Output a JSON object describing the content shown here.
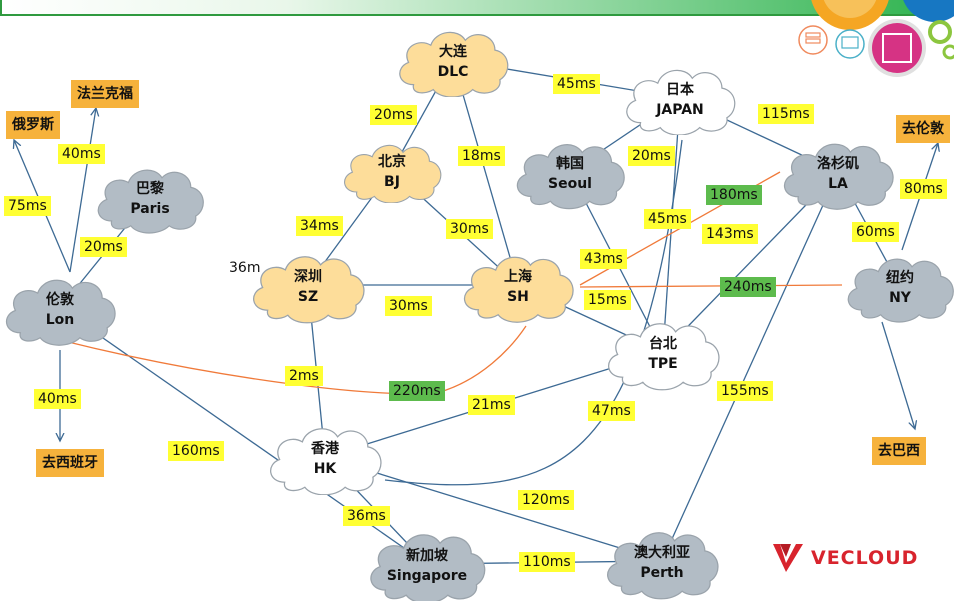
{
  "nodes": {
    "dlc": {
      "name": "大连",
      "code": "DLC"
    },
    "japan": {
      "name": "日本",
      "code": "JAPAN"
    },
    "bj": {
      "name": "北京",
      "code": "BJ"
    },
    "seoul": {
      "name": "韩国",
      "code": "Seoul"
    },
    "la": {
      "name": "洛杉矶",
      "code": "LA"
    },
    "paris": {
      "name": "巴黎",
      "code": "Paris"
    },
    "sz": {
      "name": "深圳",
      "code": "SZ"
    },
    "sh": {
      "name": "上海",
      "code": "SH"
    },
    "ny": {
      "name": "纽约",
      "code": "NY"
    },
    "lon": {
      "name": "伦敦",
      "code": "Lon"
    },
    "tpe": {
      "name": "台北",
      "code": "TPE"
    },
    "hk": {
      "name": "香港",
      "code": "HK"
    },
    "singapore": {
      "name": "新加坡",
      "code": "Singapore"
    },
    "perth": {
      "name": "澳大利亚",
      "code": "Perth"
    }
  },
  "destinations": {
    "russia": "俄罗斯",
    "frankfurt": "法兰克福",
    "spain": "去西班牙",
    "london": "去伦敦",
    "brazil": "去巴西"
  },
  "latencies": {
    "dlc_japan": "45ms",
    "dlc_bj": "20ms",
    "dlc_sh": "18ms",
    "japan_la": "115ms",
    "japan_seoul": "20ms",
    "bj_sz": "34ms",
    "bj_sh": "30ms",
    "sz_sh": "30ms",
    "sz_hk": "2ms",
    "lon_russia": "75ms",
    "lon_frankfurt": "40ms",
    "lon_paris": "20ms",
    "lon_spain": "40ms",
    "lon_sh": "220ms",
    "lon_singapore": "160ms",
    "sh_la": "180ms",
    "seoul_tpe": "43ms",
    "japan_tpe": "45ms",
    "la_tpe": "143ms",
    "sh_tpe": "15ms",
    "sh_ny": "240ms",
    "la_london": "80ms",
    "la_ny": "60ms",
    "hk_tpe": "21ms",
    "hk_japan": "47ms",
    "la_perth": "155ms",
    "hk_perth": "120ms",
    "hk_singapore": "36ms",
    "singapore_perth": "110ms"
  },
  "stray_text": "36m",
  "logo": {
    "text": "VECLOUD"
  },
  "colors": {
    "cloud_china": "#fddd9a",
    "cloud_foreign": "#b2bcc5",
    "cloud_white": "#ffffff",
    "line": "#3d6a94",
    "line_red": "#f07a3a",
    "latency": "#ffff33",
    "latency_green": "#5dbb4d",
    "destination": "#f6b23c",
    "brand_red": "#d8242d",
    "top_green": "#2bb24c"
  }
}
